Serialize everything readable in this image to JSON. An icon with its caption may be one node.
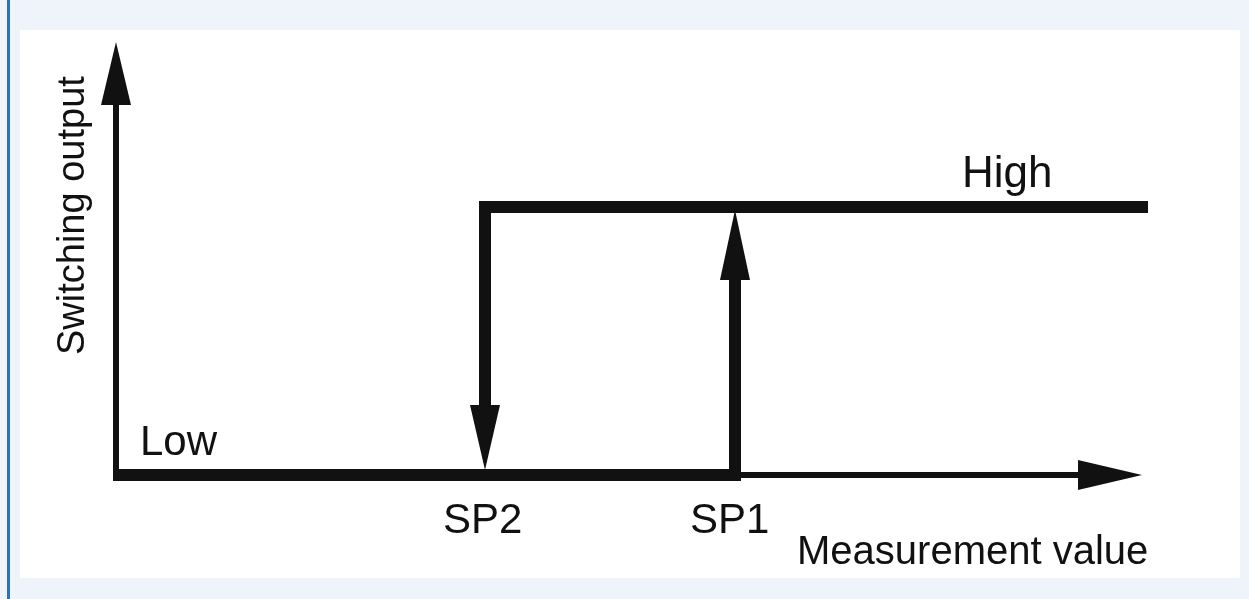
{
  "diagram": {
    "labels": [
      "Switching output",
      "High",
      "Low",
      "SP2",
      "SP1",
      "Measurement value"
    ]
  }
}
